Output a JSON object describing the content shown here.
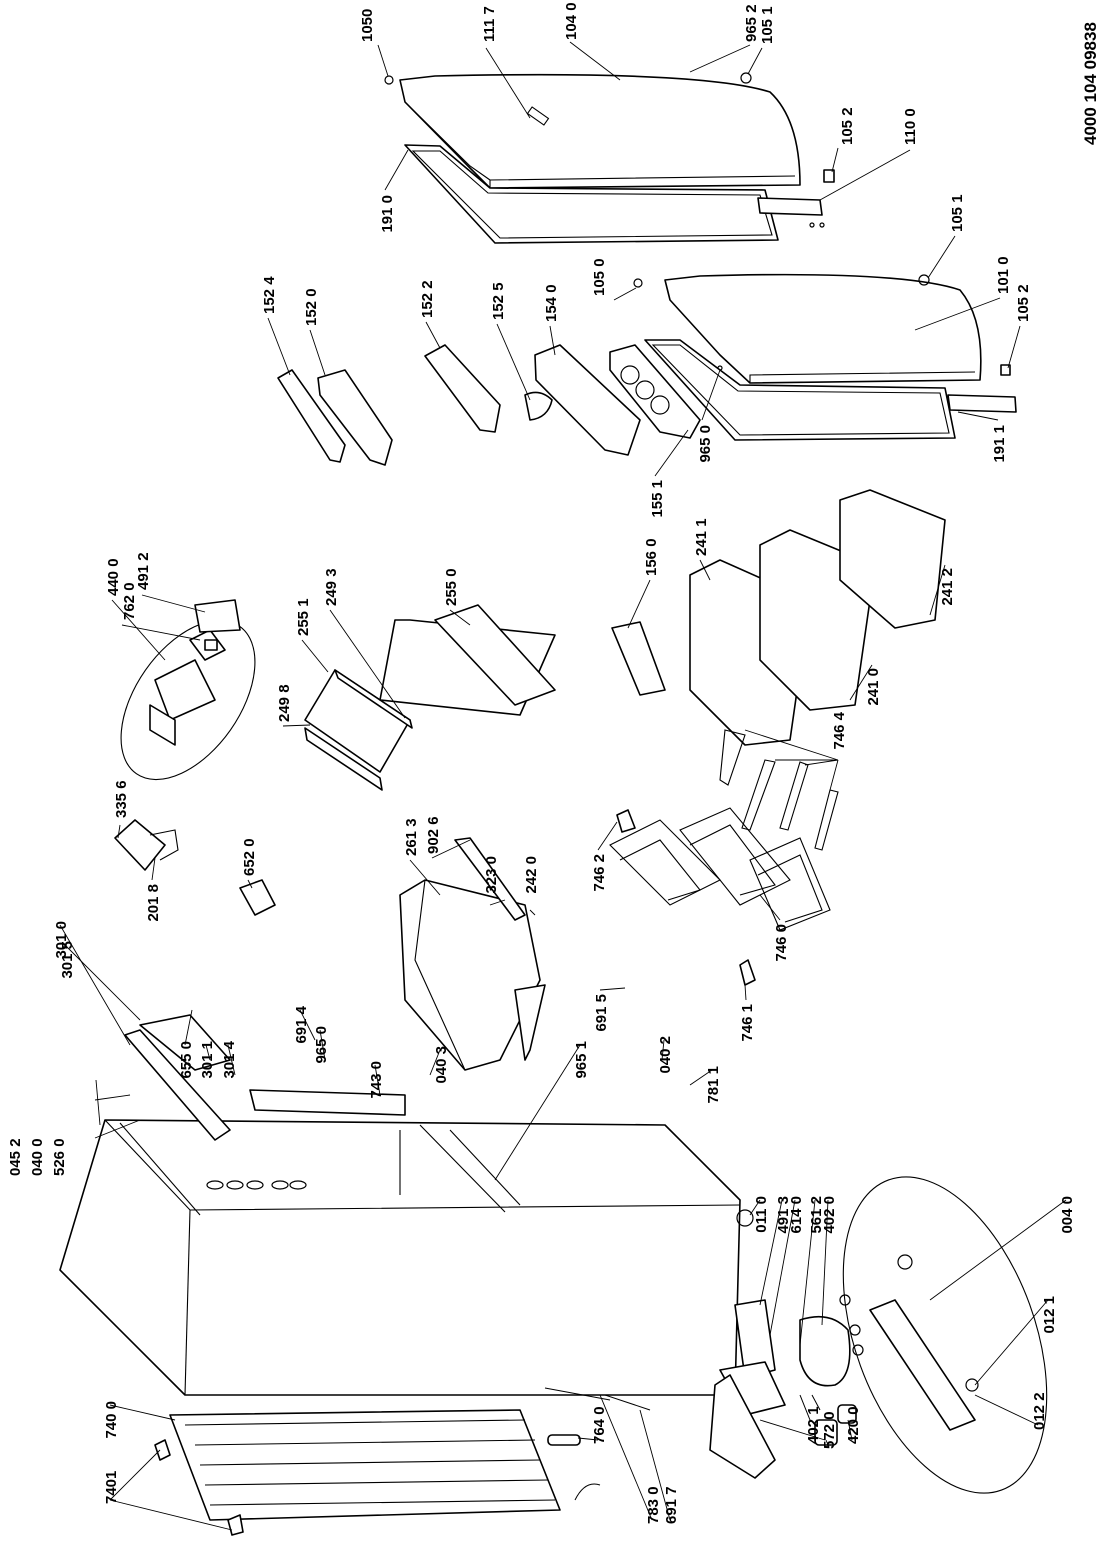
{
  "document_number": "4000 104 09838",
  "callouts": [
    {
      "id": "c1050",
      "text": "1050"
    },
    {
      "id": "c1117",
      "text": "111 7"
    },
    {
      "id": "c1040",
      "text": "104 0"
    },
    {
      "id": "c9652",
      "text": "965 2"
    },
    {
      "id": "c1051a",
      "text": "105 1"
    },
    {
      "id": "c1052a",
      "text": "105 2"
    },
    {
      "id": "c1100",
      "text": "110 0"
    },
    {
      "id": "c1910",
      "text": "191 0"
    },
    {
      "id": "c1051b",
      "text": "105 1"
    },
    {
      "id": "c1010",
      "text": "101 0"
    },
    {
      "id": "c1052b",
      "text": "105 2"
    },
    {
      "id": "c1911",
      "text": "191 1"
    },
    {
      "id": "c1050b",
      "text": "105 0"
    },
    {
      "id": "c9650a",
      "text": "965 0"
    },
    {
      "id": "c1551",
      "text": "155 1"
    },
    {
      "id": "c1524",
      "text": "152 4"
    },
    {
      "id": "c1520",
      "text": "152 0"
    },
    {
      "id": "c1522",
      "text": "152 2"
    },
    {
      "id": "c1525",
      "text": "152 5"
    },
    {
      "id": "c1540",
      "text": "154 0"
    },
    {
      "id": "c4400",
      "text": "440 0"
    },
    {
      "id": "c7620",
      "text": "762 0"
    },
    {
      "id": "c4912",
      "text": "491 2"
    },
    {
      "id": "c2551",
      "text": "255 1"
    },
    {
      "id": "c2493",
      "text": "249 3"
    },
    {
      "id": "c2550",
      "text": "255 0"
    },
    {
      "id": "c2498",
      "text": "249 8"
    },
    {
      "id": "c1560",
      "text": "156 0"
    },
    {
      "id": "c2411",
      "text": "241 1"
    },
    {
      "id": "c2412",
      "text": "241 2"
    },
    {
      "id": "c2410",
      "text": "241 0"
    },
    {
      "id": "c7464",
      "text": "746 4"
    },
    {
      "id": "c3356",
      "text": "335 6"
    },
    {
      "id": "c2018",
      "text": "201 8"
    },
    {
      "id": "c6520",
      "text": "652 0"
    },
    {
      "id": "c2613",
      "text": "261 3"
    },
    {
      "id": "c9026",
      "text": "902 6"
    },
    {
      "id": "c3230",
      "text": "323 0"
    },
    {
      "id": "c2420",
      "text": "242 0"
    },
    {
      "id": "c7462",
      "text": "746 2"
    },
    {
      "id": "c7460",
      "text": "746 0"
    },
    {
      "id": "c6915",
      "text": "691 5"
    },
    {
      "id": "c7461",
      "text": "746 1"
    },
    {
      "id": "c3010",
      "text": "301 0"
    },
    {
      "id": "c3015",
      "text": "301 5"
    },
    {
      "id": "c6550",
      "text": "655 0"
    },
    {
      "id": "c3011",
      "text": "301 1"
    },
    {
      "id": "c3014",
      "text": "301 4"
    },
    {
      "id": "c6914",
      "text": "691 4"
    },
    {
      "id": "c9650b",
      "text": "965 0"
    },
    {
      "id": "c7430",
      "text": "743 0"
    },
    {
      "id": "c0403",
      "text": "040 3"
    },
    {
      "id": "c9651",
      "text": "965 1"
    },
    {
      "id": "c0402",
      "text": "040 2"
    },
    {
      "id": "c7811",
      "text": "781 1"
    },
    {
      "id": "c0452",
      "text": "045 2"
    },
    {
      "id": "c0400",
      "text": "040 0"
    },
    {
      "id": "c5260",
      "text": "526 0"
    },
    {
      "id": "c0110",
      "text": "011 0"
    },
    {
      "id": "c4913",
      "text": "491 3"
    },
    {
      "id": "c6140",
      "text": "614 0"
    },
    {
      "id": "c5612",
      "text": "561 2"
    },
    {
      "id": "c4020",
      "text": "402 0"
    },
    {
      "id": "c0040",
      "text": "004 0"
    },
    {
      "id": "c0121",
      "text": "012 1"
    },
    {
      "id": "c0122",
      "text": "012 2"
    },
    {
      "id": "c7400",
      "text": "740 0"
    },
    {
      "id": "c7401",
      "text": "7401"
    },
    {
      "id": "c7640",
      "text": "764 0"
    },
    {
      "id": "c7830",
      "text": "783 0"
    },
    {
      "id": "c6917",
      "text": "691 7"
    },
    {
      "id": "c4021",
      "text": "402 1"
    },
    {
      "id": "c5720",
      "text": "572 0"
    },
    {
      "id": "c4200",
      "text": "420 0"
    }
  ]
}
